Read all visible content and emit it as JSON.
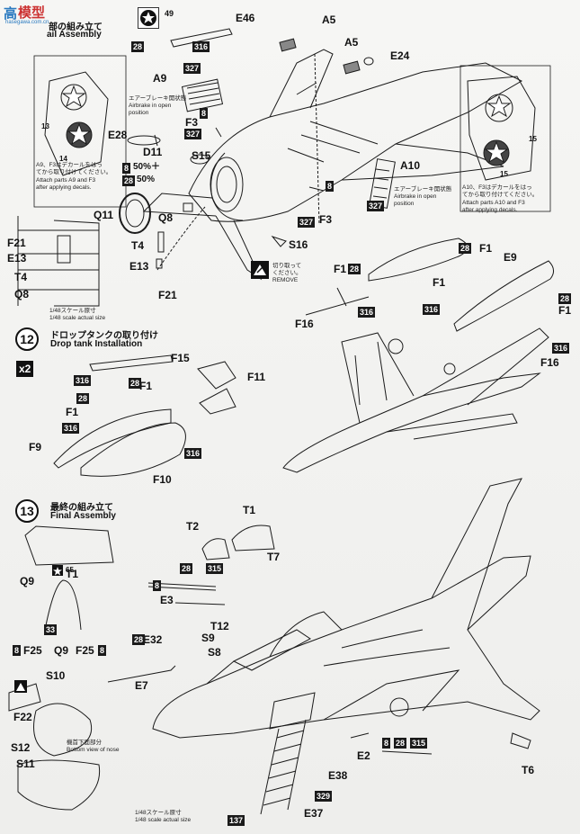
{
  "watermark": {
    "logo": "高",
    "site": "模型",
    "url": "hasegawa.com.cn"
  },
  "header": {
    "step11_jp": "部の組み立て",
    "step11_en": "ail Assembly",
    "decal_49": "49",
    "paint_28": "28",
    "paint_316": "316"
  },
  "step11": {
    "labels": {
      "E46": "E46",
      "A5a": "A5",
      "A5b": "A5",
      "E24": "E24",
      "A9": "A9",
      "F3a": "F3",
      "E28": "E28",
      "D11": "D11",
      "S15": "S15",
      "A10": "A10",
      "Q11": "Q11",
      "Q8": "Q8",
      "F3b": "F3",
      "T4": "T4",
      "S16": "S16",
      "E13": "E13",
      "F21": "F21"
    },
    "paint": {
      "p327a": "327",
      "p8a": "8",
      "p327b": "327",
      "mix8": "8",
      "mix8_text": "50%＋",
      "mix28": "28",
      "mix28_text": "50%",
      "p8b": "8",
      "p327c": "327",
      "p327d": "327"
    },
    "notes": {
      "airbrake_left_jp": "エアーブレーキ開状態",
      "airbrake_left_en1": "Airbrake in open",
      "airbrake_left_en2": "position",
      "airbrake_right_jp": "エアーブレーキ開状態",
      "airbrake_right_en1": "Airbrake in open",
      "airbrake_right_en2": "position",
      "remove_jp1": "切り取って",
      "remove_jp2": "ください。",
      "remove_en": "REMOVE"
    },
    "left_inset": {
      "decal_13": "13",
      "decal_14": "14",
      "jp1": "A9、F3はデカールをはっ",
      "jp2": "てから取り付けてください。",
      "en1": "Attach parts A9 and F3",
      "en2": "after applying decals."
    },
    "right_inset": {
      "decal_15a": "15",
      "decal_15b": "15",
      "jp1": "A10、F3はデカールをはっ",
      "jp2": "てから取り付けてください。",
      "en1": "Attach parts A10 and F3",
      "en2": "after applying decals."
    },
    "detail_left": {
      "F21": "F21",
      "E13": "E13",
      "T4": "T4",
      "Q8": "Q8",
      "scale_jp": "1/48スケール原寸",
      "scale_en": "1/48 scale actual size"
    }
  },
  "step12": {
    "number": "12",
    "title_jp": "ドロップタンクの取り付け",
    "title_en": "Drop tank  Installation",
    "qty": "x2",
    "labels": {
      "F15": "F15",
      "F1a": "F1",
      "F11": "F11",
      "F1b": "F1",
      "F9": "F9",
      "F10": "F10",
      "F1c": "F1",
      "F1d": "F1",
      "E9": "E9",
      "F1e": "F1",
      "F16a": "F16",
      "F1f": "F1",
      "F16b": "F16"
    },
    "paint": {
      "p316a": "316",
      "p28a": "28",
      "p28b": "28",
      "p316b": "316",
      "p316c": "316",
      "p28c": "28",
      "p28d": "28",
      "p316d": "316",
      "p316e": "316",
      "p28e": "28",
      "p316f": "316"
    }
  },
  "step13": {
    "number": "13",
    "title_jp": "最終の組み立て",
    "title_en": "Final Assembly",
    "labels": {
      "T1a": "T1",
      "T2": "T2",
      "T1b": "T1",
      "T7": "T7",
      "Q9a": "Q9",
      "E3": "E3",
      "F25a": "F25",
      "Q9b": "Q9",
      "F25b": "F25",
      "T12": "T12",
      "E32": "E32",
      "S9": "S9",
      "S8": "S8",
      "E7": "E7",
      "S10": "S10",
      "F22": "F22",
      "S12": "S12",
      "S11": "S11",
      "E2": "E2",
      "E38": "E38",
      "E37": "E37",
      "T6": "T6"
    },
    "paint": {
      "p28a": "28",
      "p315a": "315",
      "p8a": "8",
      "p33": "33",
      "p8b": "8",
      "p8c": "8",
      "p28b": "28",
      "p8d": "8",
      "p28c": "28",
      "p315b": "315",
      "p329": "329",
      "p137": "137"
    },
    "decal_65": "65",
    "notes": {
      "nose_jp": "機首下面部分",
      "nose_en": "Bottom view of nose",
      "scale_jp": "1/48スケール原寸",
      "scale_en": "1/48 scale actual size"
    }
  }
}
